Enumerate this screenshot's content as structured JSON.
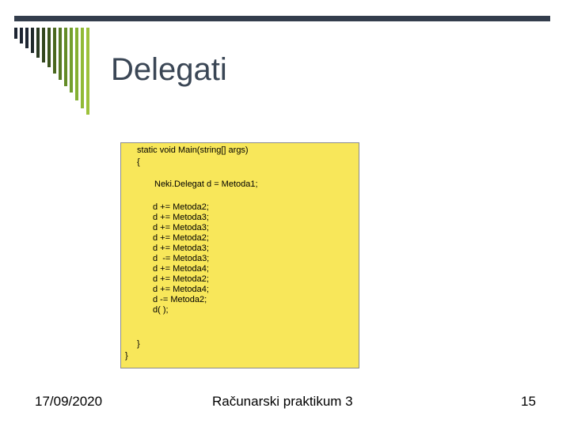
{
  "slide": {
    "title": "Delegati",
    "accent_dark": "#333d4c",
    "accent_green": "#9dc13b",
    "code_background": "#f8e75a",
    "code": {
      "signature": "static void Main(string[] args)",
      "open_brace": "{",
      "declaration": "Neki.Delegat d = Metoda1;",
      "statements": [
        "d += Metoda2;",
        "d += Metoda3;",
        "d += Metoda3;",
        "d += Metoda2;",
        "d += Metoda3;",
        "d  -= Metoda3;",
        "d += Metoda4;",
        "d += Metoda2;",
        "d += Metoda4;",
        "d -= Metoda2;",
        "d( );"
      ],
      "close_brace_inner": "}",
      "close_brace_outer": "}"
    },
    "footer": {
      "date": "17/09/2020",
      "course": "Računarski praktikum 3",
      "page": "15"
    }
  }
}
